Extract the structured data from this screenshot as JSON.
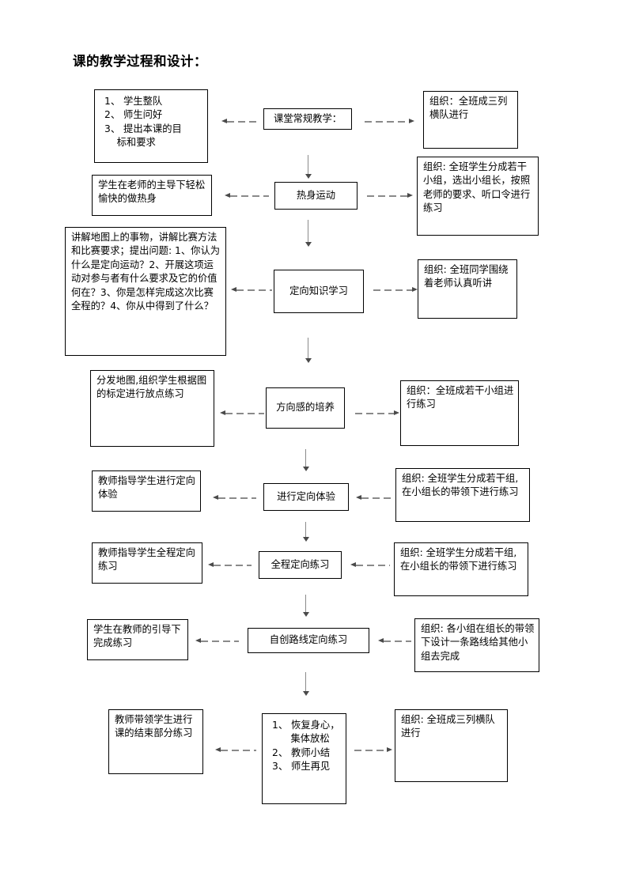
{
  "page": {
    "title": "课的教学过程和设计："
  },
  "rows": [
    {
      "id": "row-routine",
      "left": {
        "name": "box-class-routine-steps",
        "kind": "numbered",
        "items": [
          "1、 学生整队",
          "2、 师生问好",
          "3、 提出本课的目",
          "    标和要求"
        ]
      },
      "center": {
        "name": "box-class-routine",
        "text": "课堂常规教学："
      },
      "right": {
        "name": "box-org-three-rows",
        "text": "组织：全班成三列横队进行"
      },
      "left_arrow_dir": "left",
      "right_arrow_dir": "right"
    },
    {
      "id": "row-warmup",
      "left": {
        "name": "box-warmup-students",
        "text": "学生在老师的主导下轻松愉快的做热身"
      },
      "center": {
        "name": "box-warmup",
        "text": "热身运动"
      },
      "right": {
        "name": "box-org-warmup",
        "text": "组织: 全班学生分成若干小组，选出小组长，按照老师的要求、听口令进行练习"
      },
      "left_arrow_dir": "left",
      "right_arrow_dir": "right"
    },
    {
      "id": "row-knowledge",
      "left": {
        "name": "box-knowledge-questions",
        "text": "讲解地图上的事物，讲解比赛方法和比赛要求；提出问题: 1、你认为什么是定向运动？2、开展这项运动对参与者有什么要求及它的价值何在？3、你是怎样完成这次比赛全程的？4、你从中得到了什么？"
      },
      "center": {
        "name": "box-knowledge-learning",
        "text": "定向知识学习"
      },
      "right": {
        "name": "box-org-knowledge",
        "text": "组织: 全班同学围绕着老师认真听讲"
      },
      "left_arrow_dir": "left",
      "right_arrow_dir": "right"
    },
    {
      "id": "row-direction-sense",
      "left": {
        "name": "box-map-distribution",
        "text": "分发地图,组织学生根据图的标定进行放点练习"
      },
      "center": {
        "name": "box-direction-sense",
        "text": "方向感的培养"
      },
      "right": {
        "name": "box-org-direction-sense",
        "text": "组织：全班成若干小组进行练习"
      },
      "left_arrow_dir": "left",
      "right_arrow_dir": "right"
    },
    {
      "id": "row-experience",
      "left": {
        "name": "box-teacher-guides-experience",
        "text": "教师指导学生进行定向体验"
      },
      "center": {
        "name": "box-orienteering-experience",
        "text": "进行定向体验"
      },
      "right": {
        "name": "box-org-experience",
        "text": "组织: 全班学生分成若干组,在小组长的带领下进行练习"
      },
      "left_arrow_dir": "left",
      "right_arrow_dir": "left"
    },
    {
      "id": "row-full-course",
      "left": {
        "name": "box-teacher-guides-full-course",
        "text": "教师指导学生全程定向练习"
      },
      "center": {
        "name": "box-full-course-practice",
        "text": "全程定向练习"
      },
      "right": {
        "name": "box-org-full-course",
        "text": "组织: 全班学生分成若干组,在小组长的带领下进行练习"
      },
      "left_arrow_dir": "left",
      "right_arrow_dir": "left"
    },
    {
      "id": "row-self-route",
      "left": {
        "name": "box-students-complete-practice",
        "text": "学生在教师的引导下完成练习"
      },
      "center": {
        "name": "box-self-designed-route",
        "text": "自创路线定向练习"
      },
      "right": {
        "name": "box-org-self-route",
        "text": "组织: 各小组在组长的带领下设计一条路线给其他小组去完成"
      },
      "left_arrow_dir": "left",
      "right_arrow_dir": "left"
    },
    {
      "id": "row-closing",
      "left": {
        "name": "box-teacher-leads-closing",
        "text": "教师带领学生进行课的结束部分练习"
      },
      "center": {
        "name": "box-closing-steps",
        "kind": "numbered",
        "items": [
          "1、 恢复身心，",
          "      集体放松",
          "2、 教师小结",
          "3、 师生再见"
        ]
      },
      "right": {
        "name": "box-org-closing",
        "text": "组织: 全班成三列横队进行"
      },
      "left_arrow_dir": "left",
      "right_arrow_dir": "right"
    }
  ],
  "connectors": {
    "vertical_label": "flow-down-arrow",
    "horizontal_left_label": "flow-left-arrow",
    "horizontal_right_label": "flow-right-arrow"
  }
}
